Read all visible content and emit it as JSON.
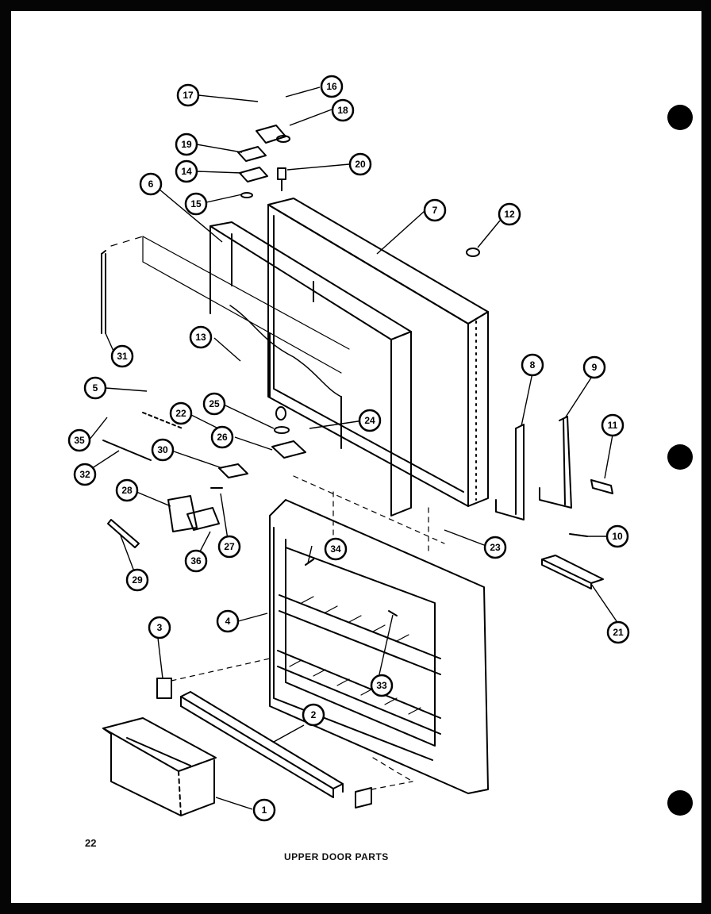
{
  "page_number": "22",
  "caption": "UPPER DOOR PARTS",
  "callouts": [
    "1",
    "2",
    "3",
    "4",
    "5",
    "6",
    "7",
    "8",
    "9",
    "10",
    "11",
    "12",
    "13",
    "14",
    "15",
    "16",
    "17",
    "18",
    "19",
    "20",
    "21",
    "22",
    "23",
    "24",
    "25",
    "26",
    "27",
    "28",
    "29",
    "30",
    "31",
    "32",
    "33",
    "34",
    "35",
    "36"
  ]
}
